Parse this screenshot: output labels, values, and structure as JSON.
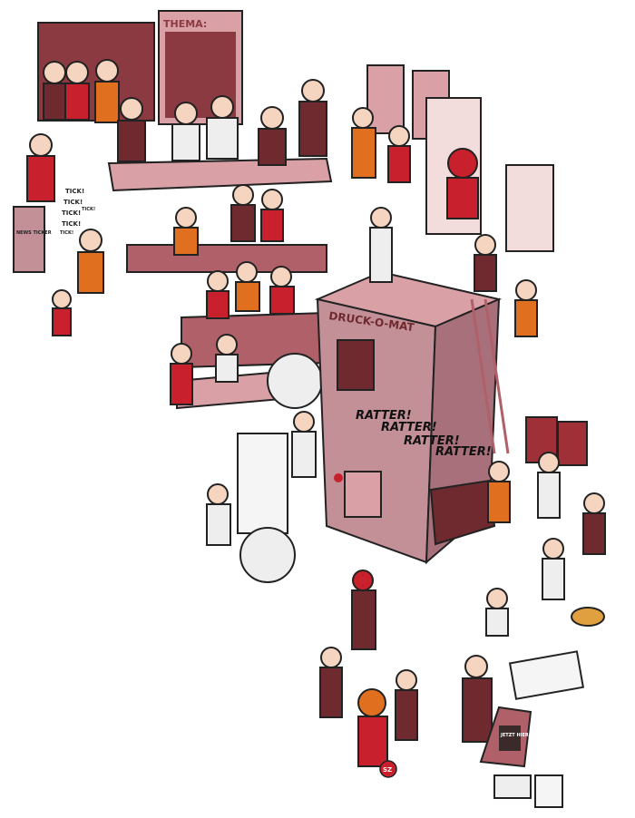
{
  "illustration": {
    "board_title": "THEMA:",
    "machine_name": "DRUCK-O-MAT",
    "machine_sound": [
      "RATTER!",
      "RATTER!",
      "RATTER!",
      "RATTER!"
    ],
    "ticker_sound": [
      "TICK!",
      "TICK!",
      "TICK!",
      "TICK!",
      "TICK!",
      "TICK!"
    ],
    "ticker_label": "NEWS TICKER",
    "sign_text": "JETZT HIER",
    "badge": "SZ"
  },
  "colors": {
    "accent": "#c8202c",
    "pink": "#d9a0a6",
    "maroon": "#6e2a2e",
    "dark": "#3a2a2a",
    "orange": "#e07020"
  }
}
